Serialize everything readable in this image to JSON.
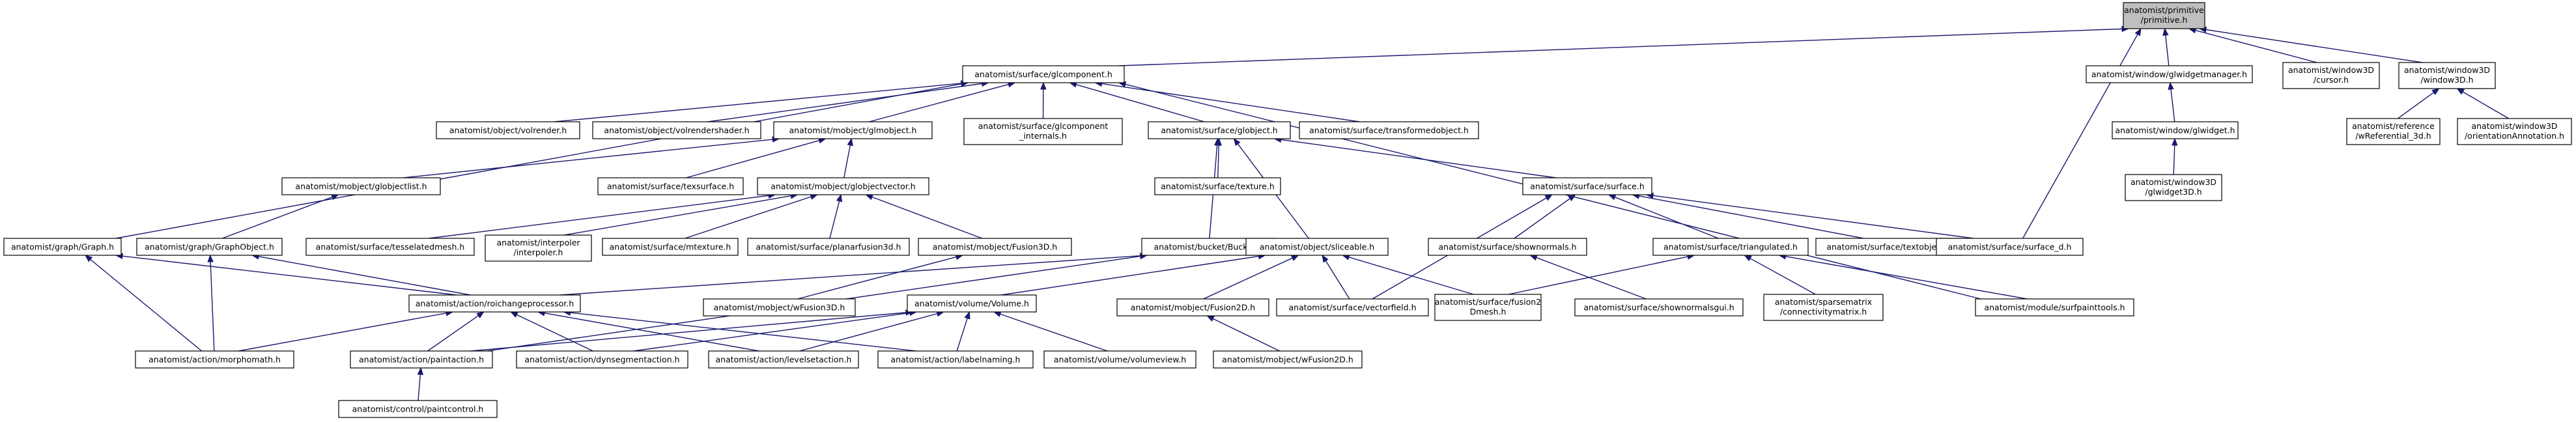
{
  "nodes": [
    {
      "id": "primitive",
      "lines": [
        "anatomist/primitive",
        "/primitive.h"
      ],
      "root": true
    },
    {
      "id": "glcomponent",
      "lines": [
        "anatomist/surface/glcomponent.h"
      ]
    },
    {
      "id": "glwidgetmanager",
      "lines": [
        "anatomist/window/glwidgetmanager.h"
      ]
    },
    {
      "id": "cursor",
      "lines": [
        "anatomist/window3D",
        "/cursor.h"
      ]
    },
    {
      "id": "window3D",
      "lines": [
        "anatomist/window3D",
        "/window3D.h"
      ]
    },
    {
      "id": "volrender",
      "lines": [
        "anatomist/object/volrender.h"
      ]
    },
    {
      "id": "volrendershader",
      "lines": [
        "anatomist/object/volrendershader.h"
      ]
    },
    {
      "id": "glmobject",
      "lines": [
        "anatomist/mobject/glmobject.h"
      ]
    },
    {
      "id": "glcomponent_internals",
      "lines": [
        "anatomist/surface/glcomponent",
        "_internals.h"
      ]
    },
    {
      "id": "globject",
      "lines": [
        "anatomist/surface/globject.h"
      ]
    },
    {
      "id": "transformedobject",
      "lines": [
        "anatomist/surface/transformedobject.h"
      ]
    },
    {
      "id": "glwidget",
      "lines": [
        "anatomist/window/glwidget.h"
      ]
    },
    {
      "id": "wReferential",
      "lines": [
        "anatomist/reference",
        "/wReferential_3d.h"
      ]
    },
    {
      "id": "orientationAnnotation",
      "lines": [
        "anatomist/window3D",
        "/orientationAnnotation.h"
      ]
    },
    {
      "id": "globjectlist",
      "lines": [
        "anatomist/mobject/globjectlist.h"
      ]
    },
    {
      "id": "texsurface",
      "lines": [
        "anatomist/surface/texsurface.h"
      ]
    },
    {
      "id": "globjectvector",
      "lines": [
        "anatomist/mobject/globjectvector.h"
      ]
    },
    {
      "id": "texture",
      "lines": [
        "anatomist/surface/texture.h"
      ]
    },
    {
      "id": "surface",
      "lines": [
        "anatomist/surface/surface.h"
      ]
    },
    {
      "id": "glwidget3D",
      "lines": [
        "anatomist/window3D",
        "/glwidget3D.h"
      ]
    },
    {
      "id": "graph",
      "lines": [
        "anatomist/graph/Graph.h"
      ]
    },
    {
      "id": "graphobject",
      "lines": [
        "anatomist/graph/GraphObject.h"
      ]
    },
    {
      "id": "tesselatedmesh",
      "lines": [
        "anatomist/surface/tesselatedmesh.h"
      ]
    },
    {
      "id": "interpoler",
      "lines": [
        "anatomist/interpoler",
        "/interpoler.h"
      ]
    },
    {
      "id": "mtexture",
      "lines": [
        "anatomist/surface/mtexture.h"
      ]
    },
    {
      "id": "planarfusion3d",
      "lines": [
        "anatomist/surface/planarfusion3d.h"
      ]
    },
    {
      "id": "fusion3d",
      "lines": [
        "anatomist/mobject/Fusion3D.h"
      ]
    },
    {
      "id": "bucket",
      "lines": [
        "anatomist/bucket/Bucket.h"
      ]
    },
    {
      "id": "sliceable",
      "lines": [
        "anatomist/object/sliceable.h"
      ]
    },
    {
      "id": "shownormals",
      "lines": [
        "anatomist/surface/shownormals.h"
      ]
    },
    {
      "id": "triangulated",
      "lines": [
        "anatomist/surface/triangulated.h"
      ]
    },
    {
      "id": "textobject",
      "lines": [
        "anatomist/surface/textobject.h"
      ]
    },
    {
      "id": "surface_d",
      "lines": [
        "anatomist/surface/surface_d.h"
      ]
    },
    {
      "id": "roichangeprocessor",
      "lines": [
        "anatomist/action/roichangeprocessor.h"
      ]
    },
    {
      "id": "wfusion3d",
      "lines": [
        "anatomist/mobject/wFusion3D.h"
      ]
    },
    {
      "id": "volume",
      "lines": [
        "anatomist/volume/Volume.h"
      ]
    },
    {
      "id": "fusion2d",
      "lines": [
        "anatomist/mobject/Fusion2D.h"
      ]
    },
    {
      "id": "vectorfield",
      "lines": [
        "anatomist/surface/vectorfield.h"
      ]
    },
    {
      "id": "fusion2dmesh",
      "lines": [
        "anatomist/surface/fusion2",
        "Dmesh.h"
      ]
    },
    {
      "id": "shownormalsgui",
      "lines": [
        "anatomist/surface/shownormalsgui.h"
      ]
    },
    {
      "id": "connectivitymatrix",
      "lines": [
        "anatomist/sparsematrix",
        "/connectivitymatrix.h"
      ]
    },
    {
      "id": "surfpainttools",
      "lines": [
        "anatomist/module/surfpainttools.h"
      ]
    },
    {
      "id": "morphomath",
      "lines": [
        "anatomist/action/morphomath.h"
      ]
    },
    {
      "id": "paintaction",
      "lines": [
        "anatomist/action/paintaction.h"
      ]
    },
    {
      "id": "dynsegmentaction",
      "lines": [
        "anatomist/action/dynsegmentaction.h"
      ]
    },
    {
      "id": "levelsetaction",
      "lines": [
        "anatomist/action/levelsetaction.h"
      ]
    },
    {
      "id": "labelnaming",
      "lines": [
        "anatomist/action/labelnaming.h"
      ]
    },
    {
      "id": "volumeview",
      "lines": [
        "anatomist/volume/volumeview.h"
      ]
    },
    {
      "id": "wfusion2d",
      "lines": [
        "anatomist/mobject/wFusion2D.h"
      ]
    },
    {
      "id": "paintcontrol",
      "lines": [
        "anatomist/control/paintcontrol.h"
      ]
    }
  ],
  "edges": [
    [
      "primitive",
      "glcomponent"
    ],
    [
      "primitive",
      "glwidgetmanager"
    ],
    [
      "primitive",
      "cursor"
    ],
    [
      "primitive",
      "window3D"
    ],
    [
      "primitive",
      "surface_d"
    ],
    [
      "glcomponent",
      "volrender"
    ],
    [
      "glcomponent",
      "volrendershader"
    ],
    [
      "glcomponent",
      "glmobject"
    ],
    [
      "glcomponent",
      "glcomponent_internals"
    ],
    [
      "glcomponent",
      "globject"
    ],
    [
      "glcomponent",
      "transformedobject"
    ],
    [
      "glcomponent",
      "graph"
    ],
    [
      "glcomponent",
      "surfpainttools"
    ],
    [
      "glwidgetmanager",
      "glwidget"
    ],
    [
      "glwidget",
      "glwidget3D"
    ],
    [
      "window3D",
      "wReferential"
    ],
    [
      "window3D",
      "orientationAnnotation"
    ],
    [
      "glmobject",
      "globjectlist"
    ],
    [
      "glmobject",
      "texsurface"
    ],
    [
      "glmobject",
      "globjectvector"
    ],
    [
      "globject",
      "texture"
    ],
    [
      "globject",
      "surface"
    ],
    [
      "globject",
      "bucket"
    ],
    [
      "globject",
      "sliceable"
    ],
    [
      "globjectlist",
      "graphobject"
    ],
    [
      "globjectvector",
      "tesselatedmesh"
    ],
    [
      "globjectvector",
      "interpoler"
    ],
    [
      "globjectvector",
      "mtexture"
    ],
    [
      "globjectvector",
      "planarfusion3d"
    ],
    [
      "globjectvector",
      "fusion3d"
    ],
    [
      "surface",
      "shownormals"
    ],
    [
      "surface",
      "triangulated"
    ],
    [
      "surface",
      "textobject"
    ],
    [
      "surface",
      "surface_d"
    ],
    [
      "surface",
      "vectorfield"
    ],
    [
      "graph",
      "roichangeprocessor"
    ],
    [
      "graph",
      "morphomath"
    ],
    [
      "graphobject",
      "roichangeprocessor"
    ],
    [
      "graphobject",
      "morphomath"
    ],
    [
      "fusion3d",
      "wfusion3d"
    ],
    [
      "bucket",
      "roichangeprocessor"
    ],
    [
      "bucket",
      "paintaction"
    ],
    [
      "sliceable",
      "volume"
    ],
    [
      "sliceable",
      "fusion2d"
    ],
    [
      "sliceable",
      "vectorfield"
    ],
    [
      "sliceable",
      "fusion2dmesh"
    ],
    [
      "shownormals",
      "shownormalsgui"
    ],
    [
      "triangulated",
      "fusion2dmesh"
    ],
    [
      "triangulated",
      "connectivitymatrix"
    ],
    [
      "triangulated",
      "surfpainttools"
    ],
    [
      "roichangeprocessor",
      "morphomath"
    ],
    [
      "roichangeprocessor",
      "paintaction"
    ],
    [
      "roichangeprocessor",
      "dynsegmentaction"
    ],
    [
      "roichangeprocessor",
      "levelsetaction"
    ],
    [
      "roichangeprocessor",
      "labelnaming"
    ],
    [
      "volume",
      "paintaction"
    ],
    [
      "volume",
      "dynsegmentaction"
    ],
    [
      "volume",
      "levelsetaction"
    ],
    [
      "volume",
      "labelnaming"
    ],
    [
      "volume",
      "volumeview"
    ],
    [
      "fusion2d",
      "wfusion2d"
    ],
    [
      "paintaction",
      "paintcontrol"
    ]
  ]
}
